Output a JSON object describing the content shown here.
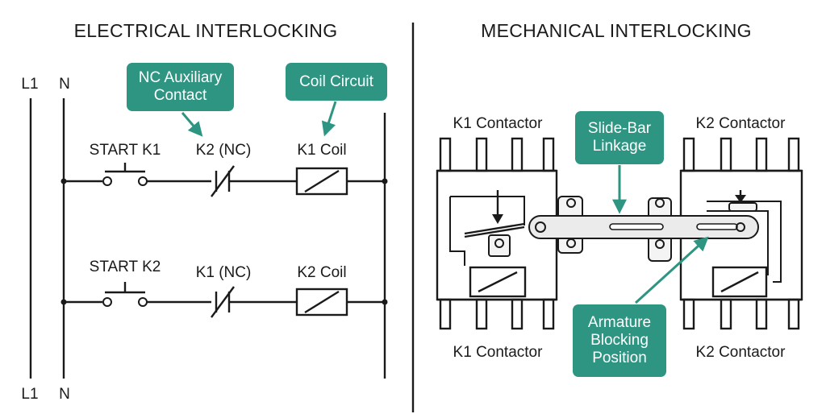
{
  "titles": {
    "electrical": "ELECTRICAL INTERLOCKING",
    "mechanical": "MECHANICAL INTERLOCKING"
  },
  "rails": {
    "l1_top": "L1",
    "n_top": "N",
    "l1_bottom": "L1",
    "n_bottom": "N"
  },
  "electrical": {
    "rung1": {
      "switch_label": "START K1",
      "contact_label": "K2 (NC)",
      "coil_label": "K1 Coil"
    },
    "rung2": {
      "switch_label": "START K2",
      "contact_label": "K1 (NC)",
      "coil_label": "K2 Coil"
    },
    "callouts": {
      "nc_auxiliary": [
        "NC Auxiliary",
        "Contact"
      ],
      "coil_circuit": [
        "Coil Circuit"
      ]
    }
  },
  "mechanical": {
    "k1_top_label": "K1 Contactor",
    "k2_top_label": "K2 Contactor",
    "k1_bottom_label": "K1 Contactor",
    "k2_bottom_label": "K2 Contactor",
    "callouts": {
      "slide_bar": [
        "Slide-Bar",
        "Linkage"
      ],
      "armature_blocking": [
        "Armature",
        "Blocking",
        "Position"
      ]
    }
  },
  "colors": {
    "accent": "#2e9583",
    "line": "#1a1a1a",
    "background": "#ffffff"
  }
}
